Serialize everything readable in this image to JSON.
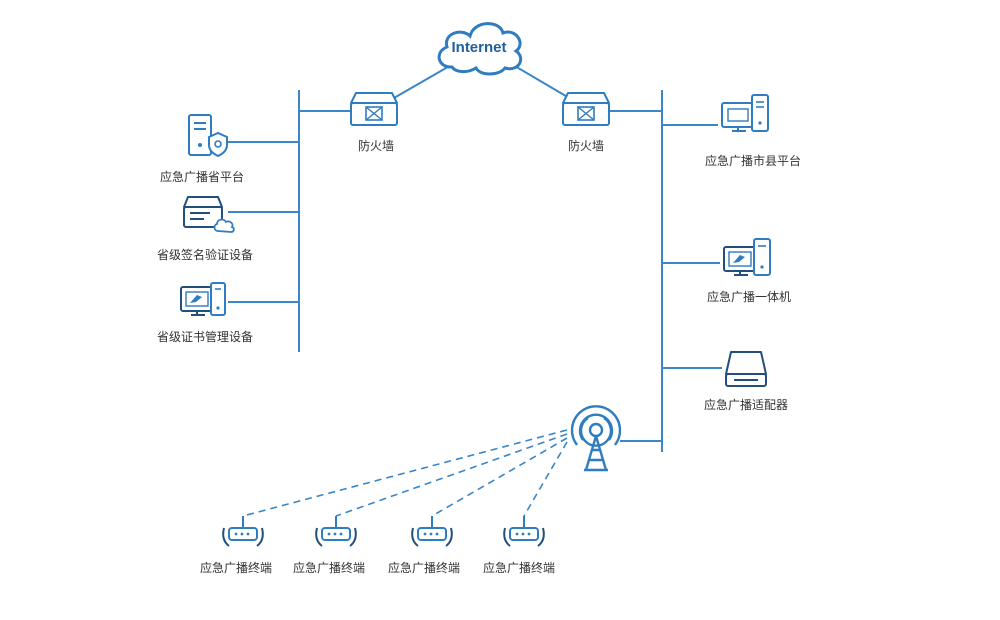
{
  "cloud": {
    "label": "Internet",
    "icon": "cloud-icon"
  },
  "firewalls": [
    {
      "label": "防火墙",
      "icon": "firewall-icon"
    },
    {
      "label": "防火墙",
      "icon": "firewall-icon"
    }
  ],
  "left_nodes": [
    {
      "label": "应急广播省平台",
      "icon": "server-tower-icon"
    },
    {
      "label": "省级签名验证设备",
      "icon": "signature-device-icon"
    },
    {
      "label": "省级证书管理设备",
      "icon": "monitor-pc-icon"
    }
  ],
  "right_nodes": [
    {
      "label": "应急广播市县平台",
      "icon": "monitor-pc-icon"
    },
    {
      "label": "应急广播一体机",
      "icon": "monitor-pc-icon"
    },
    {
      "label": "应急广播适配器",
      "icon": "adapter-icon"
    }
  ],
  "tower": {
    "icon": "broadcast-tower-icon"
  },
  "terminals": [
    {
      "label": "应急广播终端",
      "icon": "terminal-router-icon"
    },
    {
      "label": "应急广播终端",
      "icon": "terminal-router-icon"
    },
    {
      "label": "应急广播终端",
      "icon": "terminal-router-icon"
    },
    {
      "label": "应急广播终端",
      "icon": "terminal-router-icon"
    }
  ],
  "colors": {
    "line": "#3a86c8",
    "icon": "#2f7cc0",
    "icon_dark": "#234f7d"
  }
}
